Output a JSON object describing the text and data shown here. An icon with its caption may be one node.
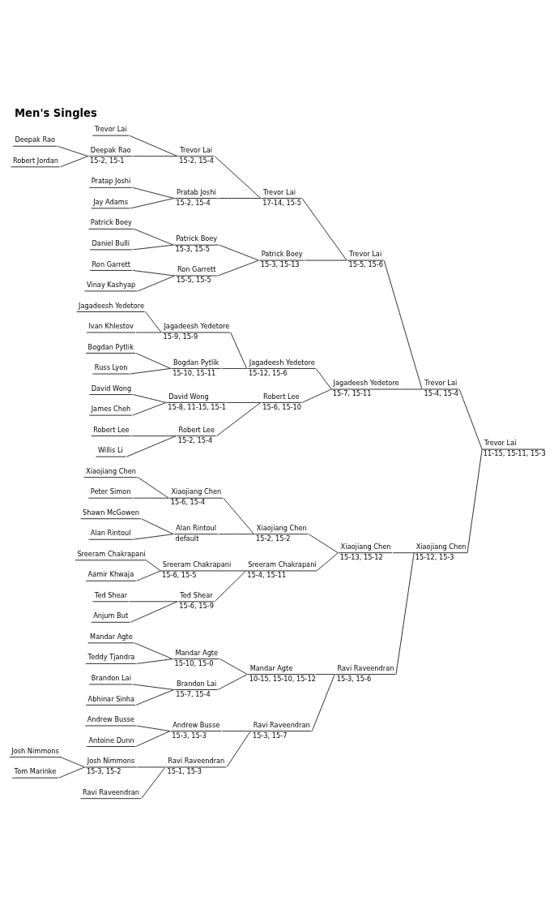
{
  "diagram": {
    "title": "Men's Singles",
    "nodes": [
      {
        "text": [
          "Deepak Rao"
        ]
      },
      {
        "text": [
          "Robert Jordan"
        ]
      },
      {
        "text": [
          "Josh Nimmons"
        ]
      },
      {
        "text": [
          "Tom Marinke"
        ]
      },
      {
        "text": [
          "Trevor Lai"
        ]
      },
      {
        "text": [
          "Deepak Rao",
          "15-2, 15-1"
        ]
      },
      {
        "text": [
          "Pratap Joshi"
        ]
      },
      {
        "text": [
          "Jay Adams"
        ]
      },
      {
        "text": [
          "Patrick Boey"
        ]
      },
      {
        "text": [
          "Daniel Bulli"
        ]
      },
      {
        "text": [
          "Ron Garrett"
        ]
      },
      {
        "text": [
          "Vinay Kashyap"
        ]
      },
      {
        "text": [
          "Jagadeesh Yedetore"
        ]
      },
      {
        "text": [
          "Ivan Khlestov"
        ]
      },
      {
        "text": [
          "Bogdan Pytlik"
        ]
      },
      {
        "text": [
          "Russ Lyon"
        ]
      },
      {
        "text": [
          "David Wong"
        ]
      },
      {
        "text": [
          "James Cheh"
        ]
      },
      {
        "text": [
          "Robert Lee"
        ]
      },
      {
        "text": [
          "Willis Li"
        ]
      },
      {
        "text": [
          "Xiaojiang Chen"
        ]
      },
      {
        "text": [
          "Peter Simon"
        ]
      },
      {
        "text": [
          "Shawn McGowen"
        ]
      },
      {
        "text": [
          "Alan Rintoul"
        ]
      },
      {
        "text": [
          "Sreeram Chakrapani"
        ]
      },
      {
        "text": [
          "Aamir Khwaja"
        ]
      },
      {
        "text": [
          "Ted Shear"
        ]
      },
      {
        "text": [
          "Anjum But"
        ]
      },
      {
        "text": [
          "Mandar Agte"
        ]
      },
      {
        "text": [
          "Teddy Tjandra"
        ]
      },
      {
        "text": [
          "Brandon Lai"
        ]
      },
      {
        "text": [
          "Abhinar Sinha"
        ]
      },
      {
        "text": [
          "Andrew Busse"
        ]
      },
      {
        "text": [
          "Antoine Dunn"
        ]
      },
      {
        "text": [
          "Josh Nimmons",
          "15-3, 15-2"
        ]
      },
      {
        "text": [
          "Ravi Raveendran"
        ]
      },
      {
        "text": [
          "Trevor Lai",
          "15-2, 15-4"
        ]
      },
      {
        "text": [
          "Pratab Joshi",
          "15-2, 15-4"
        ]
      },
      {
        "text": [
          "Patrick Boey",
          "15-3, 15-5"
        ]
      },
      {
        "text": [
          "Ron Garrett",
          "15-5, 15-5"
        ]
      },
      {
        "text": [
          "Jagadeesh Yedetore",
          "15-9, 15-9"
        ]
      },
      {
        "text": [
          "Bogdan Pytlik",
          "15-10, 15-11"
        ]
      },
      {
        "text": [
          "David Wong",
          "15-8, 11-15, 15-1"
        ]
      },
      {
        "text": [
          "Robert Lee",
          "15-2, 15-4"
        ]
      },
      {
        "text": [
          "Xiaojiang Chen",
          "15-6, 15-4"
        ]
      },
      {
        "text": [
          "Alan Rintoul",
          "default"
        ]
      },
      {
        "text": [
          "Sreeram Chakrapani",
          "15-6, 15-5"
        ]
      },
      {
        "text": [
          "Ted Shear",
          "15-6, 15-9"
        ]
      },
      {
        "text": [
          "Mandar Agte",
          "15-10, 15-0"
        ]
      },
      {
        "text": [
          "Brandon Lai",
          "15-7, 15-4"
        ]
      },
      {
        "text": [
          "Andrew Busse",
          "15-3, 15-3"
        ]
      },
      {
        "text": [
          "Ravi Raveendran",
          "15-1, 15-3"
        ]
      },
      {
        "text": [
          "Trevor Lai",
          "17-14, 15-5"
        ]
      },
      {
        "text": [
          "Patrick Boey",
          "15-3, 15-13"
        ]
      },
      {
        "text": [
          "Jagadeesh Yedetore",
          "15-12, 15-6"
        ]
      },
      {
        "text": [
          "Robert Lee",
          "15-6, 15-10"
        ]
      },
      {
        "text": [
          "Xiaojiang Chen",
          "15-2, 15-2"
        ]
      },
      {
        "text": [
          "Sreeram Chakrapani",
          "15-4, 15-11"
        ]
      },
      {
        "text": [
          "Mandar Agte",
          "10-15, 15-10, 15-12"
        ]
      },
      {
        "text": [
          "Ravi Raveendran",
          "15-3, 15-7"
        ]
      },
      {
        "text": [
          "Trevor Lai",
          "15-5, 15-6"
        ]
      },
      {
        "text": [
          "Jagadeesh Yedetore",
          "15-7, 15-11"
        ]
      },
      {
        "text": [
          "Xiaojiang Chen",
          "15-13, 15-12"
        ]
      },
      {
        "text": [
          "Ravi Raveendran",
          "15-3, 15-6"
        ]
      },
      {
        "text": [
          "Trevor Lai",
          "15-4, 15-4"
        ]
      },
      {
        "text": [
          "Xiaojiang Chen",
          "15-12, 15-3"
        ]
      },
      {
        "text": [
          "Trevor Lai",
          "11-15, 15-11, 15-3"
        ]
      }
    ],
    "edges": [
      {
        "from": 0,
        "to": 5,
        "arrow": "none"
      },
      {
        "from": 1,
        "to": 5,
        "arrow": "none"
      },
      {
        "from": 2,
        "to": 34,
        "arrow": "none"
      },
      {
        "from": 3,
        "to": 34,
        "arrow": "none"
      },
      {
        "from": 4,
        "to": 36,
        "arrow": "none"
      },
      {
        "from": 5,
        "to": 36,
        "arrow": "none"
      },
      {
        "from": 6,
        "to": 37,
        "arrow": "none"
      },
      {
        "from": 7,
        "to": 37,
        "arrow": "none"
      },
      {
        "from": 8,
        "to": 38,
        "arrow": "none"
      },
      {
        "from": 9,
        "to": 38,
        "arrow": "none"
      },
      {
        "from": 10,
        "to": 39,
        "arrow": "none"
      },
      {
        "from": 11,
        "to": 39,
        "arrow": "none"
      },
      {
        "from": 12,
        "to": 40,
        "arrow": "none"
      },
      {
        "from": 13,
        "to": 40,
        "arrow": "none"
      },
      {
        "from": 14,
        "to": 41,
        "arrow": "none"
      },
      {
        "from": 15,
        "to": 41,
        "arrow": "none"
      },
      {
        "from": 16,
        "to": 42,
        "arrow": "none"
      },
      {
        "from": 17,
        "to": 42,
        "arrow": "none"
      },
      {
        "from": 18,
        "to": 43,
        "arrow": "none"
      },
      {
        "from": 19,
        "to": 43,
        "arrow": "none"
      },
      {
        "from": 20,
        "to": 44,
        "arrow": "none"
      },
      {
        "from": 21,
        "to": 44,
        "arrow": "none"
      },
      {
        "from": 22,
        "to": 45,
        "arrow": "none"
      },
      {
        "from": 23,
        "to": 45,
        "arrow": "none"
      },
      {
        "from": 24,
        "to": 46,
        "arrow": "none"
      },
      {
        "from": 25,
        "to": 46,
        "arrow": "none"
      },
      {
        "from": 26,
        "to": 47,
        "arrow": "none"
      },
      {
        "from": 27,
        "to": 47,
        "arrow": "none"
      },
      {
        "from": 28,
        "to": 48,
        "arrow": "none"
      },
      {
        "from": 29,
        "to": 48,
        "arrow": "none"
      },
      {
        "from": 30,
        "to": 49,
        "arrow": "none"
      },
      {
        "from": 31,
        "to": 49,
        "arrow": "none"
      },
      {
        "from": 32,
        "to": 50,
        "arrow": "none"
      },
      {
        "from": 33,
        "to": 50,
        "arrow": "none"
      },
      {
        "from": 34,
        "to": 51,
        "arrow": "none"
      },
      {
        "from": 35,
        "to": 51,
        "arrow": "none"
      },
      {
        "from": 36,
        "to": 52,
        "arrow": "none"
      },
      {
        "from": 37,
        "to": 52,
        "arrow": "none"
      },
      {
        "from": 38,
        "to": 53,
        "arrow": "none"
      },
      {
        "from": 39,
        "to": 53,
        "arrow": "none"
      },
      {
        "from": 40,
        "to": 54,
        "arrow": "none"
      },
      {
        "from": 41,
        "to": 54,
        "arrow": "none"
      },
      {
        "from": 42,
        "to": 55,
        "arrow": "none"
      },
      {
        "from": 43,
        "to": 55,
        "arrow": "none"
      },
      {
        "from": 44,
        "to": 56,
        "arrow": "none"
      },
      {
        "from": 45,
        "to": 56,
        "arrow": "none"
      },
      {
        "from": 46,
        "to": 57,
        "arrow": "none"
      },
      {
        "from": 47,
        "to": 57,
        "arrow": "none"
      },
      {
        "from": 48,
        "to": 58,
        "arrow": "none"
      },
      {
        "from": 49,
        "to": 58,
        "arrow": "none"
      },
      {
        "from": 50,
        "to": 59,
        "arrow": "none"
      },
      {
        "from": 51,
        "to": 59,
        "arrow": "none"
      },
      {
        "from": 52,
        "to": 60,
        "arrow": "none"
      },
      {
        "from": 53,
        "to": 60,
        "arrow": "none"
      },
      {
        "from": 54,
        "to": 61,
        "arrow": "none"
      },
      {
        "from": 55,
        "to": 61,
        "arrow": "none"
      },
      {
        "from": 56,
        "to": 62,
        "arrow": "none"
      },
      {
        "from": 57,
        "to": 62,
        "arrow": "none"
      },
      {
        "from": 58,
        "to": 63,
        "arrow": "none"
      },
      {
        "from": 59,
        "to": 63,
        "arrow": "none"
      },
      {
        "from": 60,
        "to": 64,
        "arrow": "none"
      },
      {
        "from": 61,
        "to": 64,
        "arrow": "none"
      },
      {
        "from": 62,
        "to": 65,
        "arrow": "none"
      },
      {
        "from": 63,
        "to": 65,
        "arrow": "none"
      },
      {
        "from": 64,
        "to": 66,
        "arrow": "none"
      },
      {
        "from": 65,
        "to": 66,
        "arrow": "none"
      }
    ]
  }
}
